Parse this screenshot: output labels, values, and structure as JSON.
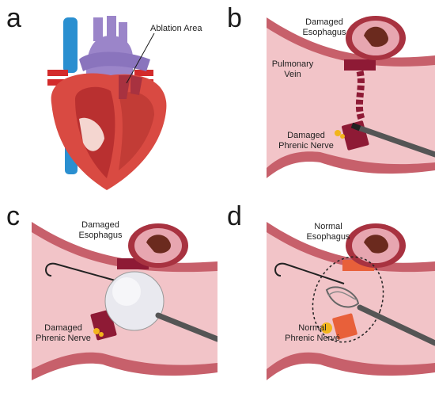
{
  "panels": {
    "a": {
      "letter": "a",
      "ablation_label": "Ablation Area"
    },
    "b": {
      "letter": "b",
      "esophagus_label": [
        "Damaged",
        "Esophagus"
      ],
      "vein_label": [
        "Pulmonary",
        "Vein"
      ],
      "nerve_label": [
        "Damaged",
        "Phrenic Nerve"
      ]
    },
    "c": {
      "letter": "c",
      "esophagus_label": [
        "Damaged",
        "Esophagus"
      ],
      "nerve_label": [
        "Damaged",
        "Phrenic Nerve"
      ]
    },
    "d": {
      "letter": "d",
      "esophagus_label": [
        "Normal",
        "Esophagus"
      ],
      "nerve_label": [
        "Normal",
        "Phrenic Nervé"
      ]
    }
  },
  "colors": {
    "vessel_wall": "#c7606b",
    "vessel_lumen": "#f2c4c8",
    "damage": "#8e1a35",
    "esophagus_outer": "#a83240",
    "normal_tissue": "#e8603a",
    "nerve_yellow": "#f2b51c",
    "aorta_purple": "#9b85c9",
    "vena_blue": "#2a8fd0",
    "heart_red": "#d94a42"
  }
}
